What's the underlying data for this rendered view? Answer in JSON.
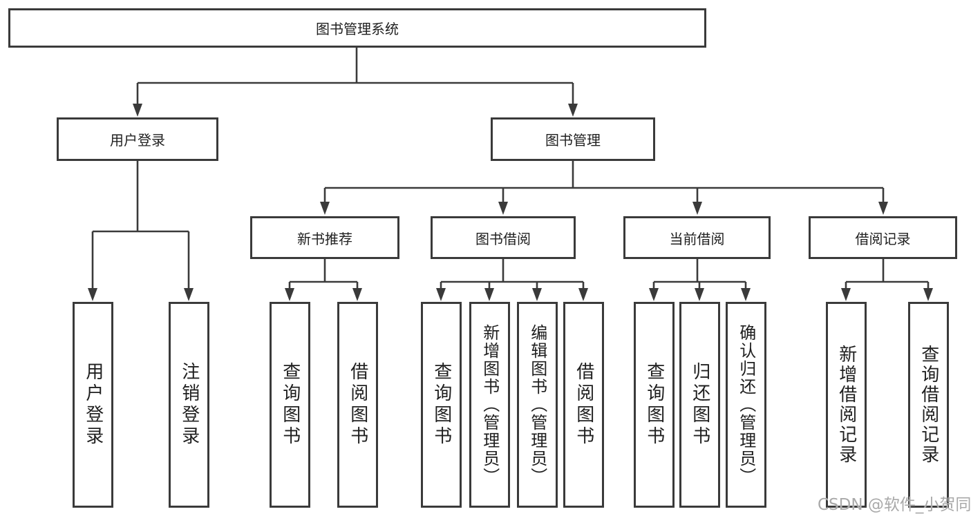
{
  "tree": {
    "root": {
      "label": "图书管理系统"
    },
    "level2": {
      "user_login": {
        "label": "用户登录"
      },
      "book_management": {
        "label": "图书管理"
      }
    },
    "level3": {
      "new_book_recommendation": {
        "label": "新书推荐"
      },
      "book_borrowing": {
        "label": "图书借阅"
      },
      "current_borrowing": {
        "label": "当前借阅"
      },
      "borrowing_records": {
        "label": "借阅记录"
      }
    },
    "leaves": {
      "user_login": [
        "用户登录",
        "注销登录"
      ],
      "new_book_recommendation": [
        "查询图书",
        "借阅图书"
      ],
      "book_borrowing": [
        "查询图书",
        "新增图书（管理员）",
        "编辑图书（管理员）",
        "借阅图书"
      ],
      "current_borrowing": [
        "查询图书",
        "归还图书",
        "确认归还（管理员）"
      ],
      "borrowing_records": [
        "新增借阅记录",
        "查询借阅记录"
      ]
    }
  },
  "watermark": "CSDN @软件_小贺同学",
  "colors": {
    "line": "#3a3a3a",
    "border": "#3a3a3a",
    "text": "#1f1f1f",
    "background": "#ffffff",
    "watermark": "#a9a9a9"
  }
}
